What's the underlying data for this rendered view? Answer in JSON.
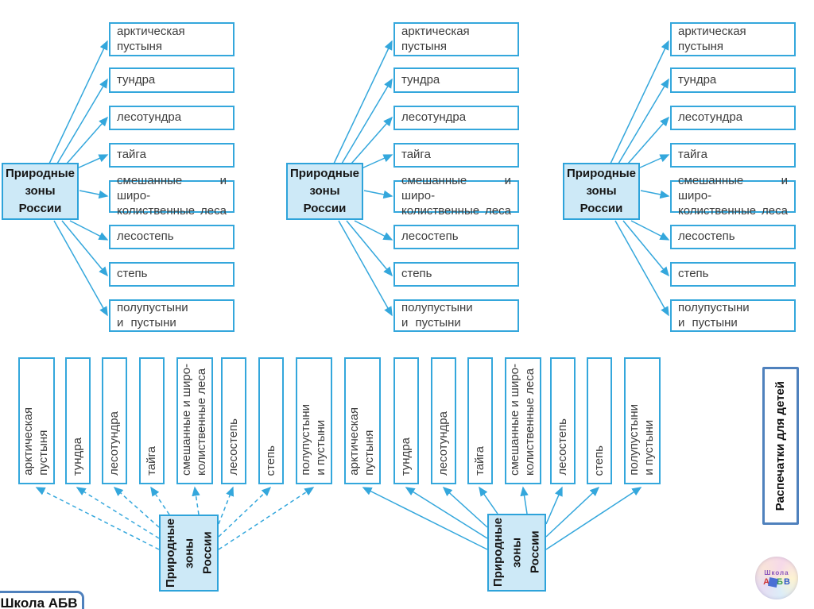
{
  "colors": {
    "accent_blue": "#34a7dc",
    "central_fill": "#cde9f7",
    "frame_blue": "#4f81bd",
    "text_dark": "#3d3d3d"
  },
  "central_node": {
    "label": "Природные зоны России",
    "lines": [
      "Природные",
      "зоны",
      "России"
    ]
  },
  "zones": [
    {
      "label": "арктическая пустыня",
      "lines": [
        "арктическая",
        "пустыня"
      ]
    },
    {
      "label": "тундра"
    },
    {
      "label": "лесотундра"
    },
    {
      "label": "тайга"
    },
    {
      "label": "смешанные и широ-колиственные леса",
      "lines": [
        "смешанные и широ-",
        "колиственные леса"
      ]
    },
    {
      "label": "лесостепь"
    },
    {
      "label": "степь"
    },
    {
      "label": "полупустыни и пустыни",
      "lines": [
        "полупустыни",
        "и пустыни"
      ]
    }
  ],
  "side_label": "Распечатки для детей",
  "footer": {
    "school_label": "Школа АБВ"
  },
  "logo": {
    "top_text": "Школа",
    "letters": [
      "А",
      "Б",
      "В"
    ]
  }
}
